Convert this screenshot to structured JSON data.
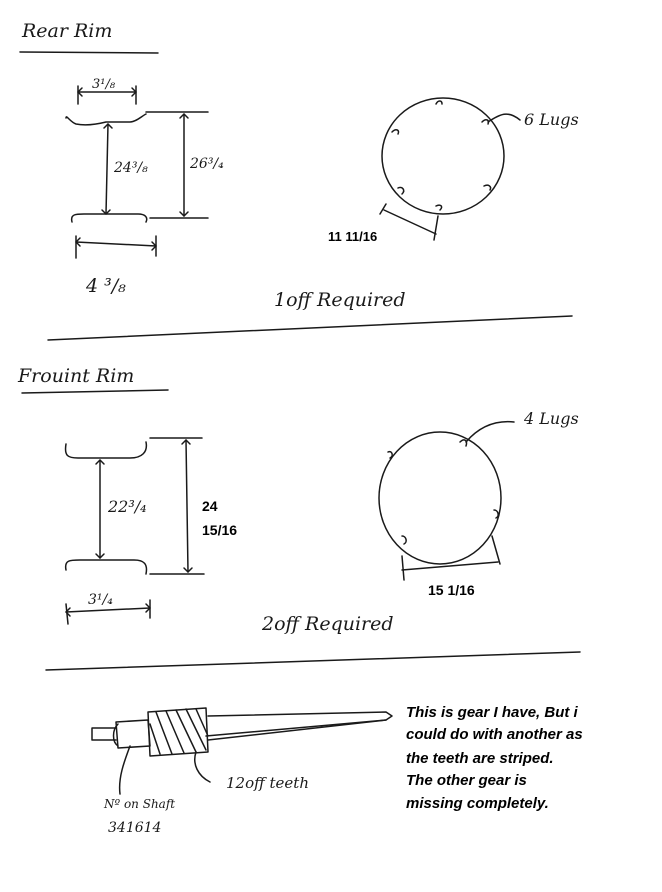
{
  "rear_rim": {
    "heading": "Rear Rim",
    "top_width": "3¹/₈",
    "inner_height": "24³/₈",
    "outer_height": "26³/₄",
    "bottom_width": "4 ³/₈",
    "lugs_label": "6 Lugs",
    "bolt_circle": "11 11/16",
    "required": "1off Required"
  },
  "front_rim": {
    "heading": "Frouint Rim",
    "inner_height": "22³/₄",
    "outer_height_line1": "24",
    "outer_height_line2": "15/16",
    "width": "3¹/₄",
    "lugs_label": "4 Lugs",
    "bolt_circle": "15 1/16",
    "required": "2off Required"
  },
  "gear": {
    "teeth_label": "12off teeth",
    "shaft_label_line1": "Nº on Shaft",
    "shaft_label_line2": "341614",
    "note_lines": [
      "This is gear I have, But i",
      "could do with another as",
      "the teeth are striped.",
      "The other gear is",
      "missing completely."
    ]
  }
}
